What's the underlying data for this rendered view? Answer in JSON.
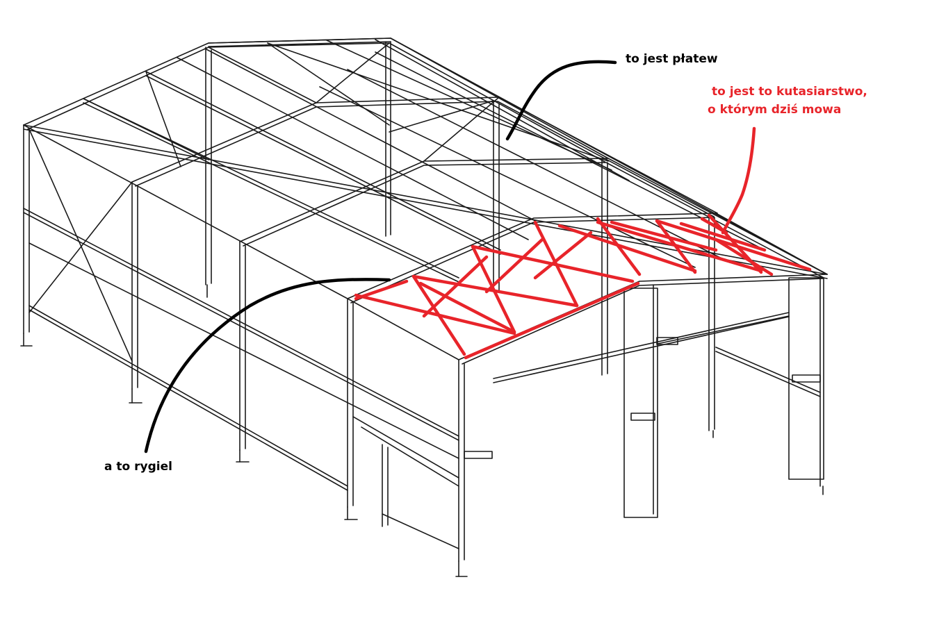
{
  "annotations": {
    "purlin_label": "to jest płatew",
    "bracing_label_line1": "to jest to kutasiarstwo,",
    "bracing_label_line2": "o którym dziś mowa",
    "girt_label": "a to rygiel"
  },
  "colors": {
    "structure": "#1a1a1a",
    "bracing": "#e8242a",
    "pointer_black": "#000000",
    "pointer_red": "#e8242a",
    "background": "#ffffff"
  }
}
